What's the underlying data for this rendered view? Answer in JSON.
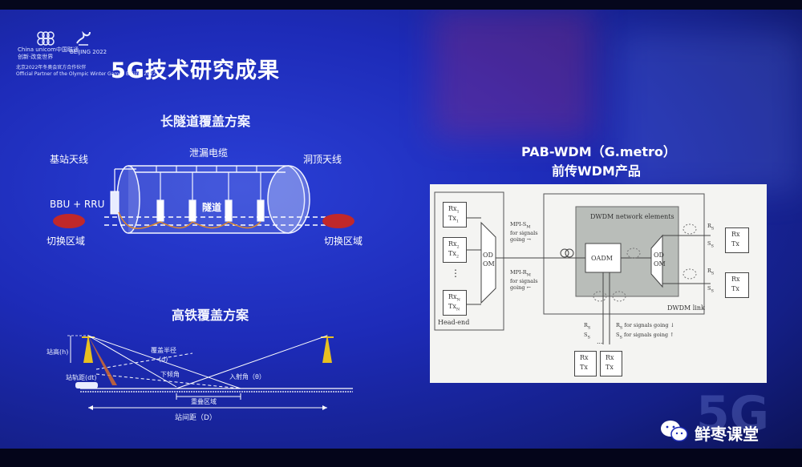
{
  "logos": {
    "unicom_name": "China unicom中国联通",
    "unicom_tagline": "创新·改变世界",
    "beijing": "BEIJING 2022",
    "partner_line1": "北京2022年冬奥会官方合作伙伴",
    "partner_line2": "Official Partner of the Olympic Winter Games Beijing 2022"
  },
  "slide": {
    "title": "5G技术研究成果"
  },
  "tunnel": {
    "heading": "长隧道覆盖方案",
    "leaky_cable": "泄漏电缆",
    "base_antenna": "基站天线",
    "roof_antenna": "洞顶天线",
    "bbu_rru": "BBU + RRU",
    "tunnel_label": "隧道",
    "handover_left": "切换区域",
    "handover_right": "切换区域"
  },
  "railway": {
    "heading": "高铁覆盖方案",
    "station_height": "站高(h)",
    "coverage_radius": "覆盖半径",
    "coverage_d": "(d)",
    "station_track_dist": "站轨距(dt)",
    "downtilt": "下倾角",
    "incidence": "入射角（θ）",
    "overlap": "重叠区域",
    "site_spacing": "站间距（D）"
  },
  "pab": {
    "title_line1": "PAB-WDM（G.metro）",
    "title_line2": "前传WDM产品"
  },
  "wdm": {
    "dwdm_network": "DWDM network elements",
    "dwdm_link": "DWDM link",
    "head_end": "Head-end",
    "od": "OD",
    "om": "OM",
    "oadm": "OADM",
    "mpi_s": "MPI-S",
    "mpi_s_sub": "M",
    "mpi_s_note1": "for signals",
    "mpi_s_note2": "going →",
    "mpi_r": "MPI-R",
    "mpi_r_sub": "M",
    "mpi_r_note1": "for signals",
    "mpi_r_note2": "going ←",
    "rx1": "Rx",
    "rx1_sub": "1",
    "tx1": "Tx",
    "tx1_sub": "1",
    "rx2": "Rx",
    "rx2_sub": "2",
    "tx2": "Tx",
    "tx2_sub": "2",
    "rxn": "Rx",
    "rxn_sub": "N",
    "txn": "Tx",
    "txn_sub": "N",
    "dots": "⋮",
    "rs": "R",
    "rs_sub": "S",
    "ss": "S",
    "ss_sub": "S",
    "rs_note": "R",
    "rs_note_sub": "S",
    "rs_note_tail": "for signals going ↓",
    "ss_note": "S",
    "ss_note_sub": "S",
    "ss_note_tail": "for signals going ↑",
    "rx": "Rx",
    "tx": "Tx",
    "hdots": "..."
  },
  "watermark": {
    "text": "鲜枣课堂"
  },
  "colors": {
    "screen_blue": "#1d2bb8",
    "accent_yellow": "#e8c020",
    "handover_red": "#c0282a",
    "panel_gray": "#f4f4f2",
    "dwdm_gray": "#b9bdb9"
  }
}
